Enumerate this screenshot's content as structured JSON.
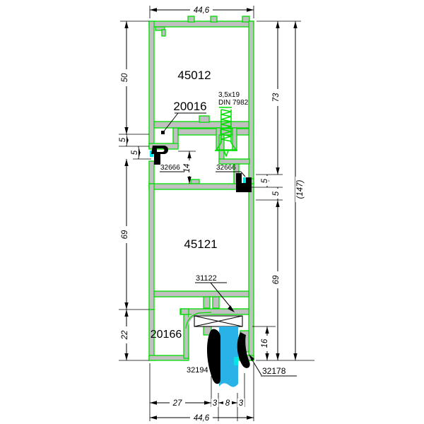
{
  "drawing": {
    "background": "#ffffff",
    "colors": {
      "profile_outline": "#00dd00",
      "profile_fill": "#c0c0c0",
      "glass_fill": "#29b2e6",
      "gasket_fill": "#000000",
      "accent_cyan": "#00e5e5",
      "dimension_color": "#000000"
    },
    "parts": {
      "top_profile": "45012",
      "glazing_bead_top": "20016",
      "screw_spec_line1": "3,5x19",
      "screw_spec_line2": "DIN 7982",
      "gasket_top_left": "32666",
      "gasket_top_right": "32666",
      "bottom_profile": "45121",
      "glazing_support": "31122",
      "glazing_bead_bottom": "20166",
      "glass_gasket_left": "32194",
      "glass_gasket_right": "32178"
    },
    "dimensions": {
      "top_width": "44,6",
      "bottom_width": "44,6",
      "left_upper": "50",
      "left_gap_upper": "5",
      "left_gap_lower": "5",
      "left_main": "69",
      "left_bottom": "22",
      "middle_offset": "14",
      "right_upper": "73",
      "right_gap_upper": "5",
      "right_gap_lower": "5",
      "right_main": "69",
      "right_total": "(147)",
      "right_glass": "16",
      "bottom_left": "27",
      "bottom_gasket_left": "3",
      "bottom_glass": "8",
      "bottom_gasket_right": "3"
    }
  }
}
